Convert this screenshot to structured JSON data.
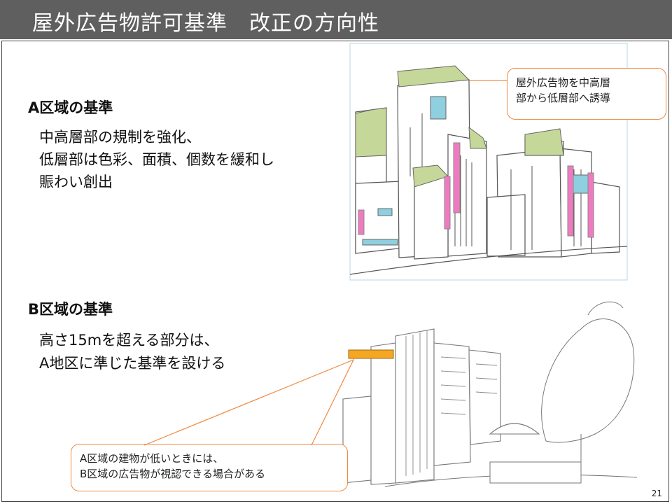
{
  "slide": {
    "title": "屋外広告物許可基準　改正の方向性",
    "page_number": "21"
  },
  "section_a": {
    "heading": "A区域の基準",
    "lines": [
      "中高層部の規制を強化、",
      "低層部は色彩、面積、個数を緩和し",
      "賑わい創出"
    ]
  },
  "section_b": {
    "heading": "B区域の基準",
    "lines": [
      "高さ15mを超える部分は、",
      "A地区に準じた基準を設ける"
    ]
  },
  "callout_a": {
    "lines": [
      "屋外広告物を中高層",
      "部から低層部へ誘導"
    ]
  },
  "callout_b": {
    "lines": [
      "A区域の建物が低いときには、",
      "B区域の広告物が視認できる場合がある"
    ]
  },
  "colors": {
    "title_bar": "#5f5f5f",
    "callout_border": "#f08a40",
    "sign_green": "#c5d89a",
    "sign_blue": "#8ecfe0",
    "sign_pink": "#f07ac0",
    "sign_orange": "#f5a623"
  }
}
